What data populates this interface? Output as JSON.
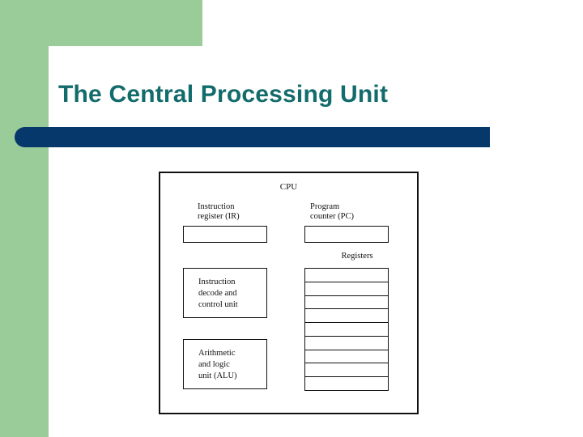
{
  "slide": {
    "title": "The Central Processing Unit",
    "theme": {
      "accent_green": "#99cc99",
      "accent_blue": "#06386b",
      "title_color": "#136b6b",
      "background": "#ffffff"
    }
  },
  "diagram": {
    "caption": "CPU",
    "instruction_register": {
      "label_line1": "Instruction",
      "label_line2": "register (IR)"
    },
    "program_counter": {
      "label_line1": "Program",
      "label_line2": "counter  (PC)"
    },
    "registers": {
      "label": "Registers",
      "row_count": 9
    },
    "decode_unit": {
      "line1": "Instruction",
      "line2": "decode and",
      "line3": "control unit"
    },
    "alu": {
      "line1": "Arithmetic",
      "line2": "and logic",
      "line3": "unit (ALU)"
    }
  }
}
